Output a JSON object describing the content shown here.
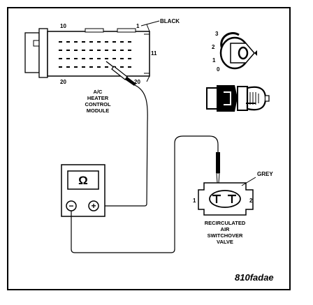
{
  "diagram": {
    "connector_color_label": "BLACK",
    "connector_pin_top_left": "10",
    "connector_pin_top_right": "1",
    "connector_pin_right": "11",
    "connector_pin_bottom_left": "20",
    "connector_pin_bottom_right": "20",
    "module_label": [
      "A/C",
      "HEATER",
      "CONTROL",
      "MODULE"
    ],
    "key_positions": [
      "3",
      "2",
      "1",
      "0"
    ],
    "meter_symbol": "Ω",
    "meter_negative": "−",
    "meter_positive": "+",
    "valve_color_label": "GREY",
    "valve_pin_left": "1",
    "valve_pin_right": "2",
    "valve_label": [
      "RECIRCULATED",
      "AIR",
      "SWITCHOVER",
      "VALVE"
    ],
    "figure_code": "810fadae"
  }
}
